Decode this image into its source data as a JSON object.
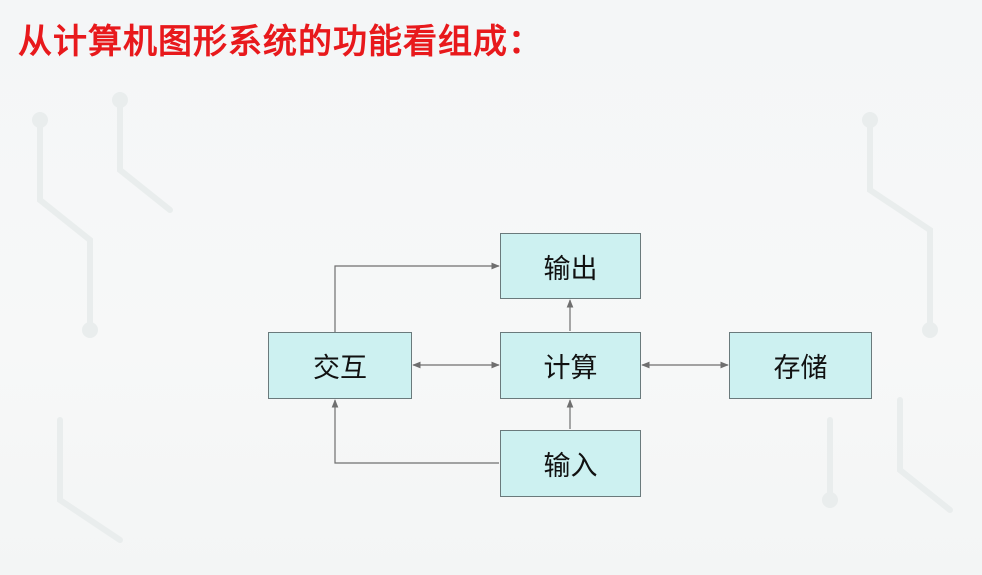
{
  "title": "从计算机图形系统的功能看组成：",
  "nodes": {
    "output": "输出",
    "interact": "交互",
    "compute": "计算",
    "storage": "存储",
    "input": "输入"
  },
  "colors": {
    "title": "#e8191c",
    "node_fill": "#cdf1f1",
    "node_border": "#6a7a7c",
    "edge": "#6f6f6f"
  }
}
